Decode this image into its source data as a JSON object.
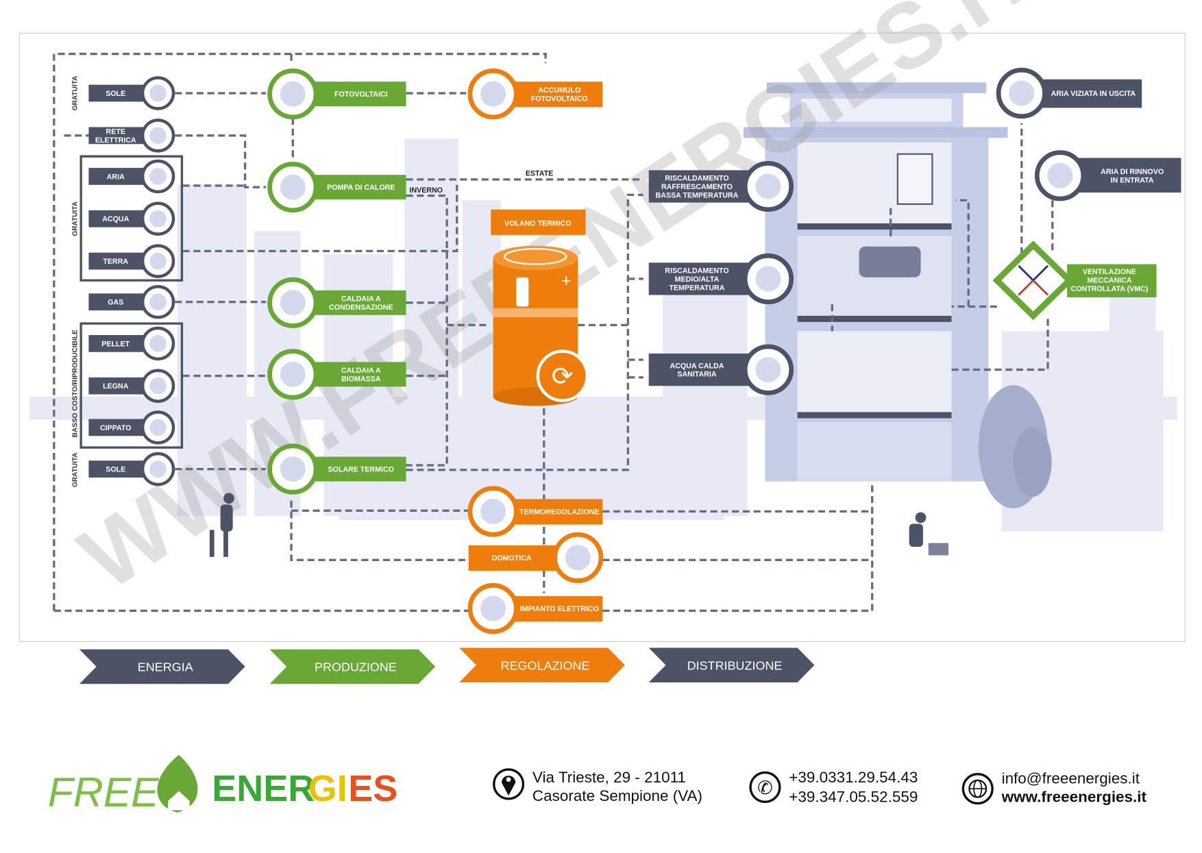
{
  "energy": {
    "group_labels": [
      "GRATUITA",
      "GRATUITA",
      "BASSO COSTO/RIPRODUCIBILE",
      "GRATUITA"
    ],
    "items": [
      {
        "lines": [
          "SOLE"
        ],
        "icon": "sun-icon"
      },
      {
        "lines": [
          "RETE",
          "ELETTRICA"
        ],
        "icon": "plug-icon"
      },
      {
        "lines": [
          "ARIA"
        ],
        "icon": "wind-icon"
      },
      {
        "lines": [
          "ACQUA"
        ],
        "icon": "water-drop-icon"
      },
      {
        "lines": [
          "TERRA"
        ],
        "icon": "ground-icon"
      },
      {
        "lines": [
          "GAS"
        ],
        "icon": "gas-cylinder-icon"
      },
      {
        "lines": [
          "PELLET"
        ],
        "icon": "pellet-icon"
      },
      {
        "lines": [
          "LEGNA"
        ],
        "icon": "logs-icon"
      },
      {
        "lines": [
          "CIPPATO"
        ],
        "icon": "wood-chips-icon"
      },
      {
        "lines": [
          "SOLE"
        ],
        "icon": "sun-icon"
      }
    ]
  },
  "production": {
    "items": [
      {
        "lines": [
          "FOTOVOLTAICI"
        ],
        "icon": "solar-panel-icon"
      },
      {
        "lines": [
          "POMPA DI CALORE"
        ],
        "icon": "heat-pump-icon"
      },
      {
        "lines": [
          "CALDAIA A",
          "CONDENSAZIONE"
        ],
        "icon": "condensing-boiler-icon"
      },
      {
        "lines": [
          "CALDAIA A",
          "BIOMASSA"
        ],
        "icon": "biomass-boiler-icon"
      },
      {
        "lines": [
          "SOLARE TERMICO"
        ],
        "icon": "solar-thermal-icon"
      }
    ]
  },
  "regulation": {
    "items": [
      {
        "lines": [
          "ACCUMULO",
          "FOTOVOLTAICO"
        ],
        "icon": "battery-icon"
      },
      {
        "lines": [
          "TERMOREGOLAZIONE"
        ],
        "icon": "thermometer-icon"
      },
      {
        "lines": [
          "DOMOTICA"
        ],
        "icon": "smart-home-icon"
      },
      {
        "lines": [
          "IMPIANTO ELETTRICO"
        ],
        "icon": "electrical-panel-icon"
      }
    ],
    "volano": "VOLANO TERMICO"
  },
  "distribution": {
    "items": [
      {
        "lines": [
          "RISCALDAMENTO",
          "RAFFRESCAMENTO",
          "BASSA TEMPERATURA"
        ],
        "icon": "fan-heater-icon"
      },
      {
        "lines": [
          "RISCALDAMENTO",
          "MEDIO/ALTA",
          "TEMPERATURA"
        ],
        "icon": "radiator-icon"
      },
      {
        "lines": [
          "ACQUA CALDA",
          "SANITARIA"
        ],
        "icon": "faucet-icon"
      }
    ]
  },
  "ventilation": {
    "items": [
      {
        "lines": [
          "ARIA VIZIATA IN USCITA"
        ],
        "icon": "air-out-icon"
      },
      {
        "lines": [
          "ARIA DI RINNOVO",
          "IN ENTRATA"
        ],
        "icon": "air-in-icon"
      }
    ],
    "vmc": [
      "VENTILAZIONE",
      "MECCANICA",
      "CONTROLLATA (VMC)"
    ]
  },
  "flow_labels": {
    "estate": "ESTATE",
    "inverno": "INVERNO"
  },
  "stages": [
    "ENERGIA",
    "PRODUZIONE",
    "REGOLAZIONE",
    "DISTRIBUZIONE"
  ],
  "footer": {
    "logo_text": "FREE ENERGIES",
    "address": [
      "Via Trieste, 29 - 21011",
      "Casorate Sempione (VA)"
    ],
    "phones": [
      "+39.0331.29.54.43",
      "+39.347.05.52.559"
    ],
    "email": "info@freeenergies.it",
    "website": "www.freeenergies.it"
  },
  "watermark": "WWW.FREEENERGIES.IT",
  "colors": {
    "green": "#69a834",
    "orange": "#ef7d0b",
    "dark": "#4d5366",
    "city": "#e4e8f3",
    "building": "#b9c2e0"
  }
}
